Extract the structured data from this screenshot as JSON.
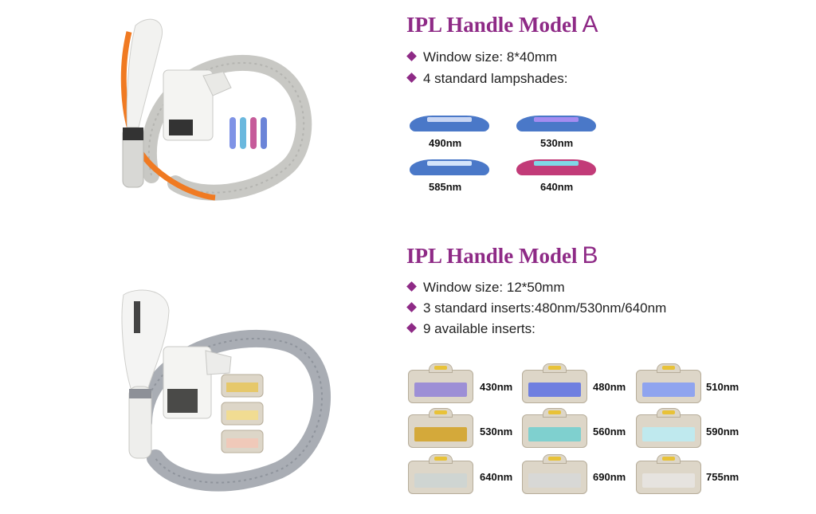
{
  "model_a": {
    "title": "IPL Handle Model",
    "title_letter": "A",
    "bullets": [
      "Window size: 8*40mm",
      "4 standard lampshades:"
    ],
    "lampshades": [
      {
        "label": "490nm",
        "color": "#4a78c8"
      },
      {
        "label": "530nm",
        "color": "#4a78c8"
      },
      {
        "label": "585nm",
        "color": "#4a78c8"
      },
      {
        "label": "640nm",
        "color": "#c23b78"
      }
    ]
  },
  "model_b": {
    "title": "IPL Handle Model",
    "title_letter": "B",
    "bullets": [
      "Window size: 12*50mm",
      "3 standard inserts:480nm/530nm/640nm",
      "9 available inserts:"
    ],
    "inserts": [
      {
        "label": "430nm",
        "color": "#9d8fd6"
      },
      {
        "label": "480nm",
        "color": "#6f7fe0"
      },
      {
        "label": "510nm",
        "color": "#8fa4ef"
      },
      {
        "label": "530nm",
        "color": "#d4a93a"
      },
      {
        "label": "560nm",
        "color": "#7fd0cf"
      },
      {
        "label": "590nm",
        "color": "#bfe9ee"
      },
      {
        "label": "640nm",
        "color": "#cfd5d2"
      },
      {
        "label": "690nm",
        "color": "#d8d8d6"
      },
      {
        "label": "755nm",
        "color": "#e6e3df"
      }
    ]
  },
  "colors": {
    "accent": "#8e2a86"
  }
}
